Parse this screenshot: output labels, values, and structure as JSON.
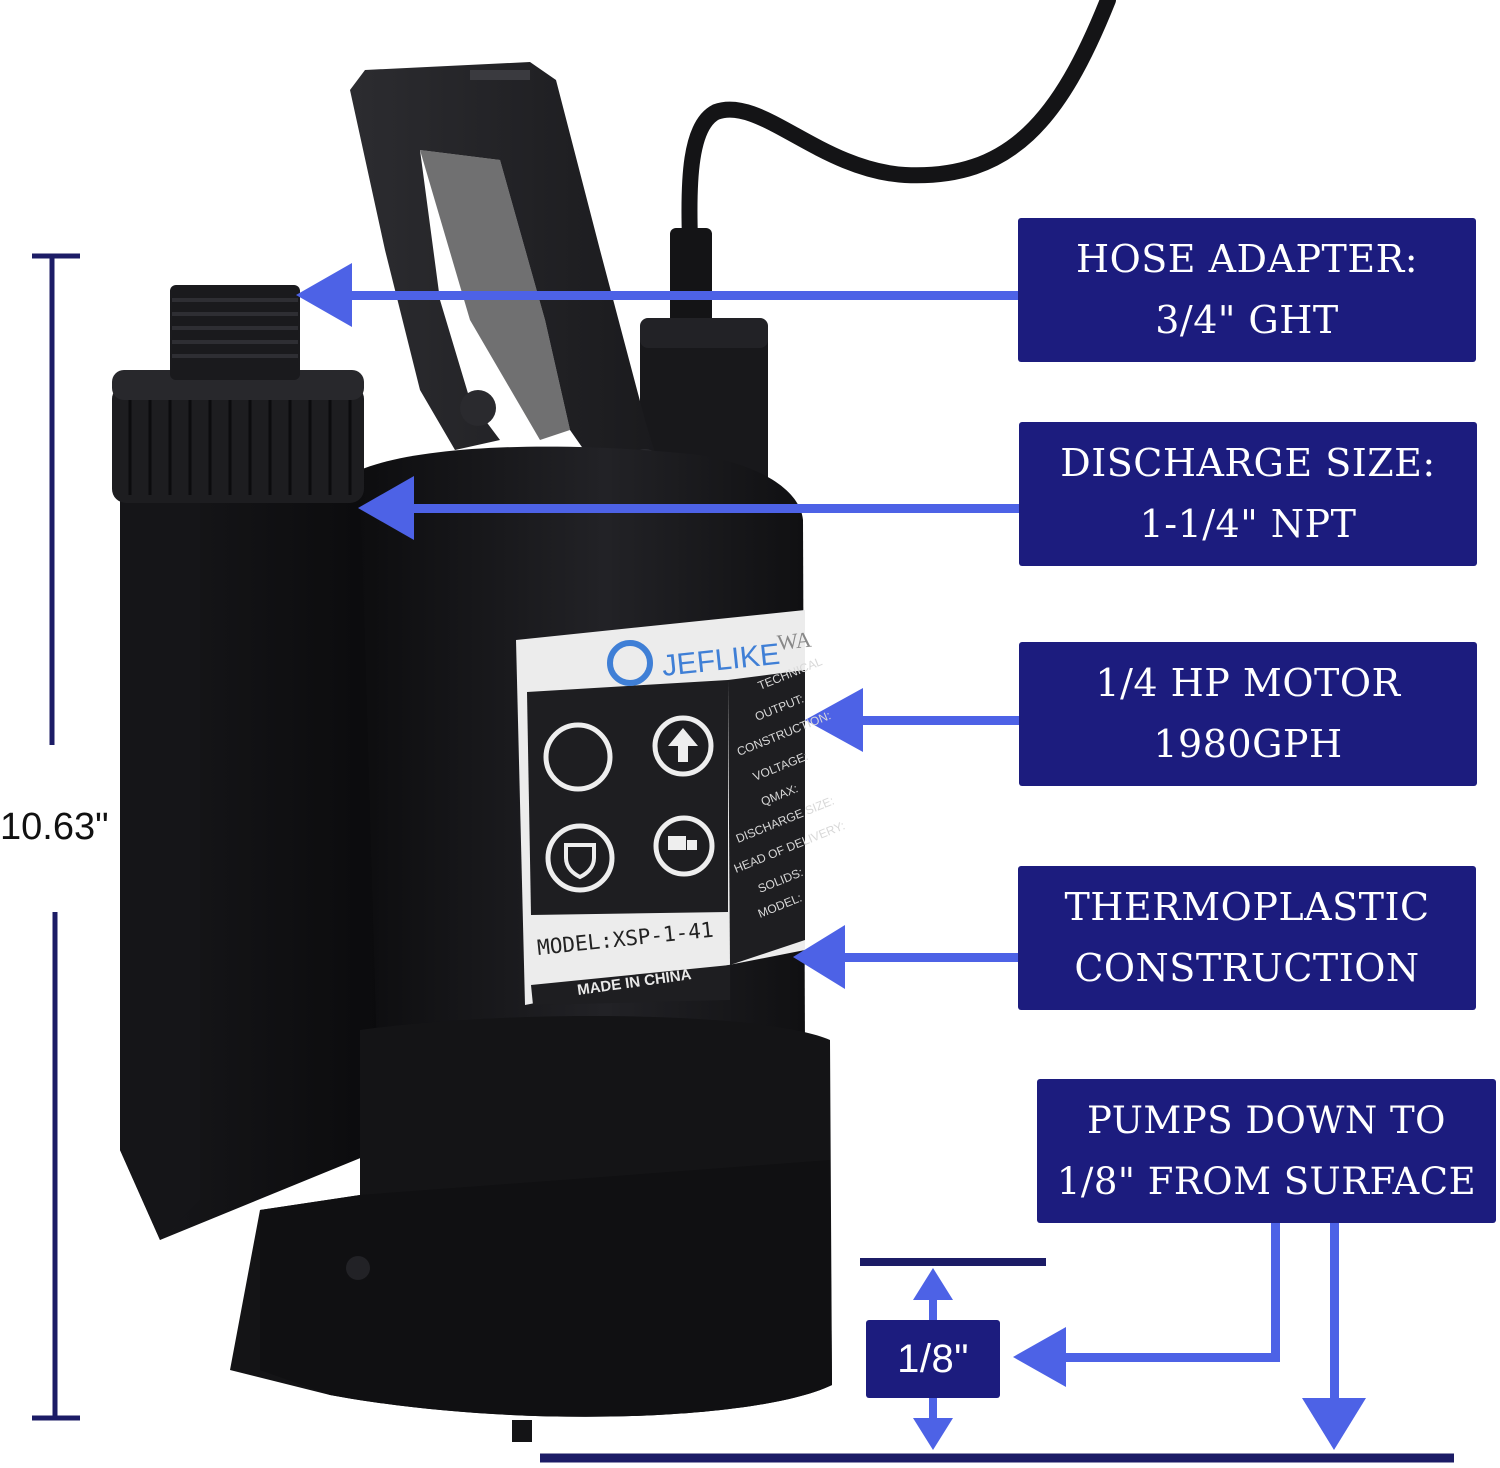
{
  "colors": {
    "callout_bg": "#1c1c7e",
    "callout_text": "#ffffff",
    "arrow": "#4d62e6",
    "dimension_line": "#1c1c66",
    "pump_body": "#1b1b1d",
    "label_bg": "#ececec"
  },
  "dimension": {
    "height_label": "10.63\""
  },
  "callouts": {
    "hose_adapter": {
      "line1": "HOSE ADAPTER:",
      "line2": "3/4\" GHT"
    },
    "discharge_size": {
      "line1": "DISCHARGE SIZE:",
      "line2": "1-1/4\" NPT"
    },
    "motor": {
      "line1": "1/4 HP MOTOR",
      "line2": "1980GPH"
    },
    "construction": {
      "line1": "THERMOPLASTIC",
      "line2": "CONSTRUCTION"
    },
    "pump_down": {
      "line1": "PUMPS DOWN TO",
      "line2": "1/8\" FROM SURFACE"
    },
    "gap": {
      "label": "1/8\""
    }
  },
  "pump_label": {
    "brand": "JEFLIKE",
    "brand_suffix": "WA",
    "model": "MODEL:XSP-1-41",
    "made_in": "MADE IN CHINA",
    "spec_fields": [
      "TECHNICAL",
      "OUTPUT:",
      "CONSTRUCTION:",
      "VOLTAGE:",
      "QMAX:",
      "DISCHARGE SIZE:",
      "HEAD OF DELIVERY:",
      "SOLIDS:",
      "MODEL:"
    ]
  }
}
